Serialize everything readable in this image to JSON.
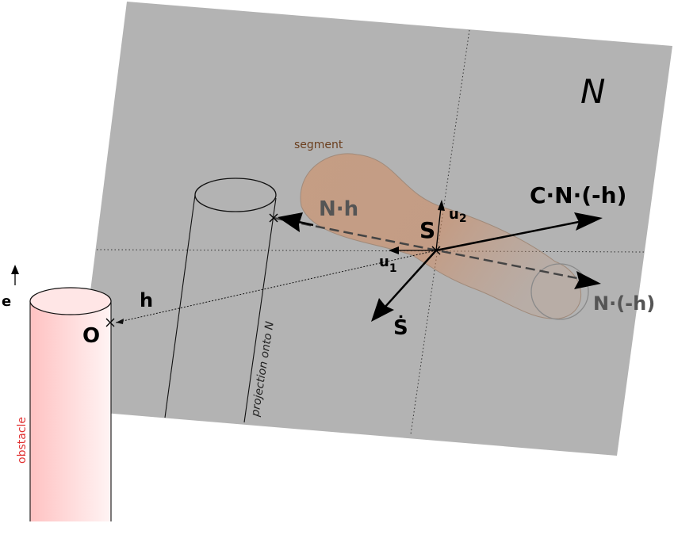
{
  "plane": {
    "name": "N",
    "color": "#b3b3b3"
  },
  "labels": {
    "segment": "segment",
    "Nh": "N·h",
    "CNh": "C·N·(-h)",
    "Nneg": "N·(-h)",
    "S": "S",
    "Sdot": "Ṡ",
    "u1": "u",
    "u1_sub": "1",
    "u2": "u",
    "u2_sub": "2",
    "h": "h",
    "O": "O",
    "e": "e",
    "projection": "projection onto N",
    "obstacle": "obstacle"
  },
  "colors": {
    "segment_fill": "#d9a07f",
    "segment_label": "#6b3f1f",
    "obstacle_fill": "#ffd0d0",
    "obstacle_label": "#e03030",
    "nh_label": "#555555",
    "nneg_label": "#555555"
  }
}
